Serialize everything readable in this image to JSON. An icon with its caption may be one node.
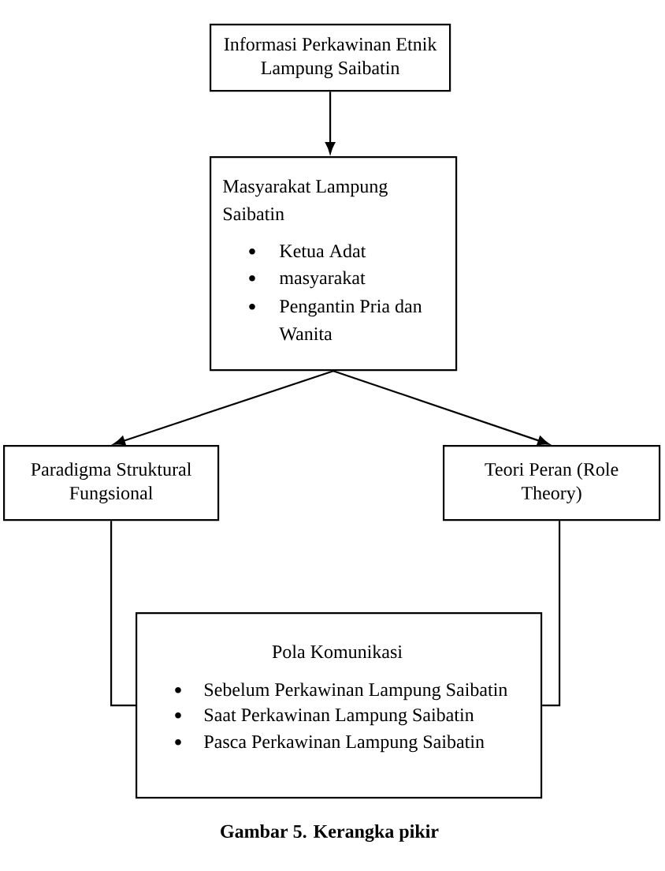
{
  "diagram": {
    "caption": "Gambar 5. Kerangka pikir",
    "nodes": [
      {
        "text": [
          "Informasi Perkawinan Etnik Lampung Saibatin"
        ]
      },
      {
        "text": [
          "Masyarakat Lampung Saibatin",
          "Ketua Adat",
          "masyarakat",
          "Pengantin Pria dan Wanita"
        ]
      },
      {
        "text": [
          "Paradigma Struktural Fungsional"
        ]
      },
      {
        "text": [
          "Teori Peran (Role Theory)"
        ]
      },
      {
        "text": [
          "Pola Komunikasi",
          "Sebelum Perkawinan Lampung Saibatin",
          "Saat Perkawinan Lampung Saibatin",
          "Pasca Perkawinan Lampung Saibatin"
        ]
      }
    ],
    "edges": [
      {
        "from": 0,
        "to": 1,
        "arrow": "to"
      },
      {
        "from": 1,
        "to": 2,
        "arrow": "to"
      },
      {
        "from": 1,
        "to": 3,
        "arrow": "to"
      },
      {
        "from": 2,
        "to": 4,
        "arrow": "none"
      },
      {
        "from": 3,
        "to": 4,
        "arrow": "none"
      }
    ]
  }
}
